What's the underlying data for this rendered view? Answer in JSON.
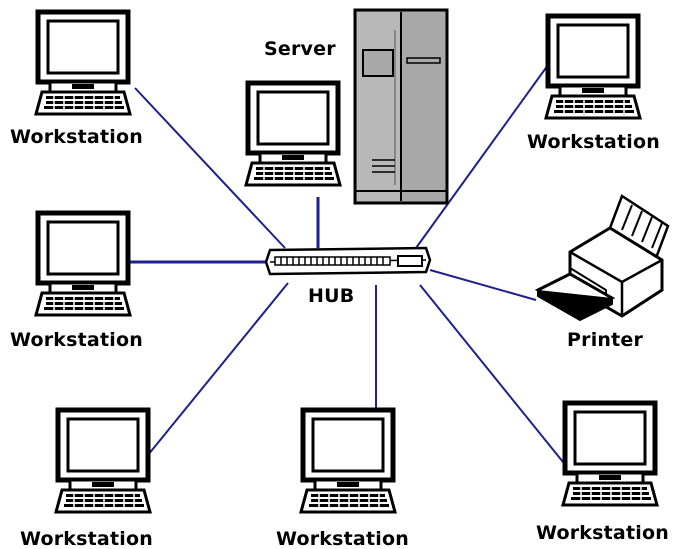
{
  "diagram": {
    "hub_label": "HUB",
    "server_label": "Server",
    "printer_label": "Printer",
    "workstation_label": "Workstation"
  },
  "colors": {
    "link": "#1f1f8f",
    "device_outline": "#000000",
    "server_body": "#a9a9a9",
    "screen": "#ffffff"
  },
  "icons": [
    "workstation-icon",
    "server-icon",
    "hub-icon",
    "printer-icon"
  ]
}
